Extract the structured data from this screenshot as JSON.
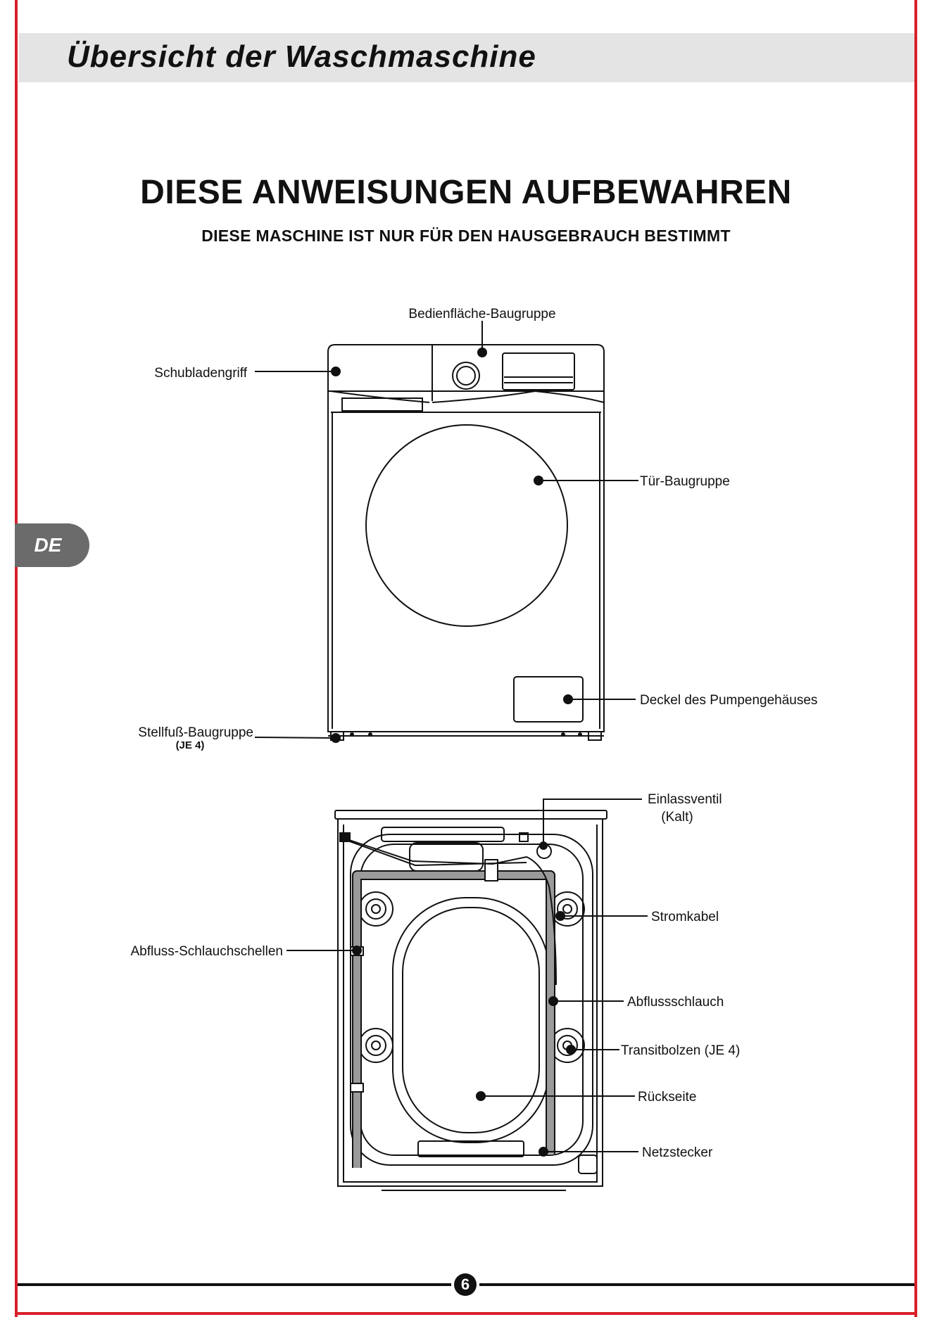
{
  "header": {
    "title": "Übersicht der Waschmaschine"
  },
  "main": {
    "heading": "DIESE ANWEISUNGEN AUFBEWAHREN",
    "subheading": "DIESE MASCHINE IST NUR FÜR DEN HAUSGEBRAUCH BESTIMMT"
  },
  "side_tab": {
    "language": "DE"
  },
  "front_view": {
    "labels": {
      "control_panel": "Bedienfläche-Baugruppe",
      "drawer_handle": "Schubladengriff",
      "door": "Tür-Baugruppe",
      "pump_cover": "Deckel des Pumpengehäuses",
      "feet": "Stellfuß-Baugruppe",
      "feet_qty": "(JE 4)"
    }
  },
  "back_view": {
    "labels": {
      "inlet_valve": "Einlassventil",
      "inlet_valve_note": "(Kalt)",
      "power_cable": "Stromkabel",
      "drain_clamps": "Abfluss-Schlauchschellen",
      "drain_hose": "Abflussschlauch",
      "transit_bolts": "Transitbolzen (JE 4)",
      "back_side": "Rückseite",
      "power_plug": "Netzstecker"
    }
  },
  "footer": {
    "page_number": "6"
  },
  "colors": {
    "accent": "#d8202a",
    "band": "#e4e4e4",
    "tab": "#6b6b6b"
  }
}
